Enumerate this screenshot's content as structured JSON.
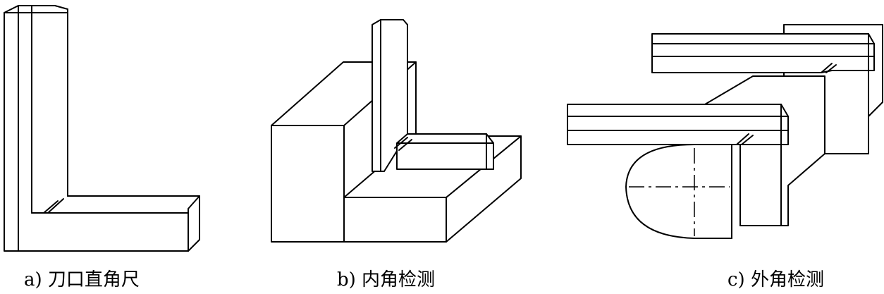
{
  "captions": {
    "a": "a) 刀口直角尺",
    "b": "b) 内角检测",
    "c": "c) 外角检测"
  },
  "colors": {
    "line": "#000000",
    "background": "#ffffff"
  }
}
